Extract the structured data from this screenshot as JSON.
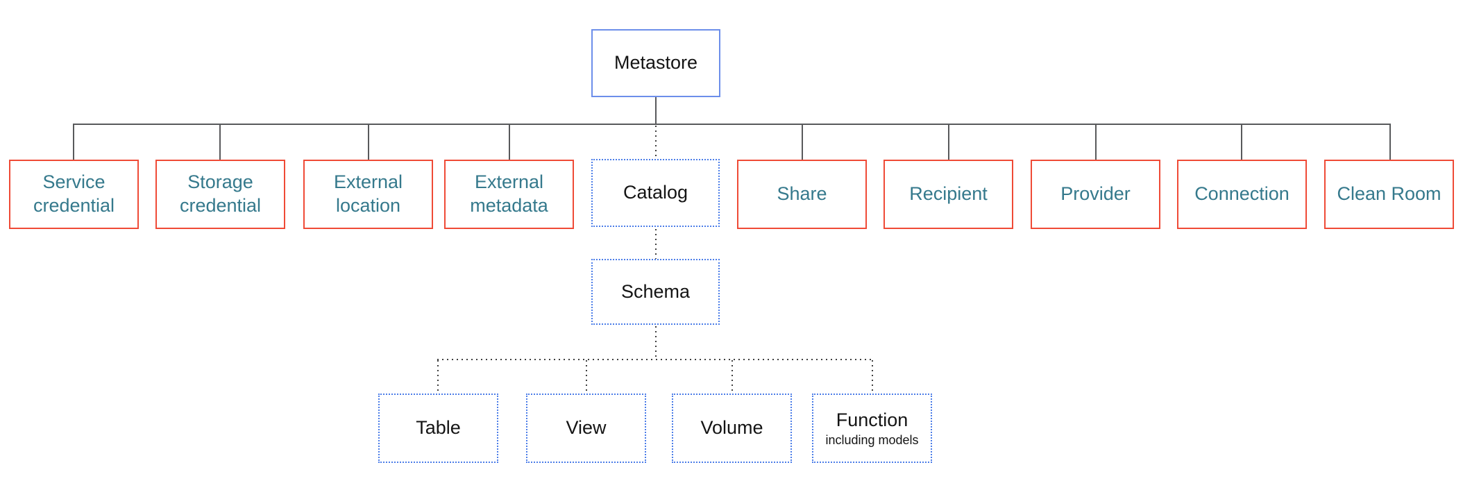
{
  "colors": {
    "background": "#ffffff",
    "root_border_blue": "#6c8eea",
    "dotted_border_blue": "#4a7ce8",
    "securable_border_red": "#ef4a36",
    "securable_text_teal": "#35798c",
    "node_text_black": "#141414",
    "connector_solid_gray": "#58595b",
    "connector_dotted_gray": "#3f3f3f"
  },
  "root": {
    "label": "Metastore"
  },
  "securables": [
    {
      "label": "Service credential"
    },
    {
      "label": "Storage credential"
    },
    {
      "label": "External location"
    },
    {
      "label": "External metadata"
    },
    {
      "label": "Catalog"
    },
    {
      "label": "Share"
    },
    {
      "label": "Recipient"
    },
    {
      "label": "Provider"
    },
    {
      "label": "Connection"
    },
    {
      "label": "Clean Room"
    }
  ],
  "schema": {
    "label": "Schema"
  },
  "schema_children": [
    {
      "label": "Table"
    },
    {
      "label": "View"
    },
    {
      "label": "Volume"
    },
    {
      "label": "Function",
      "sublabel": "including models"
    }
  ]
}
